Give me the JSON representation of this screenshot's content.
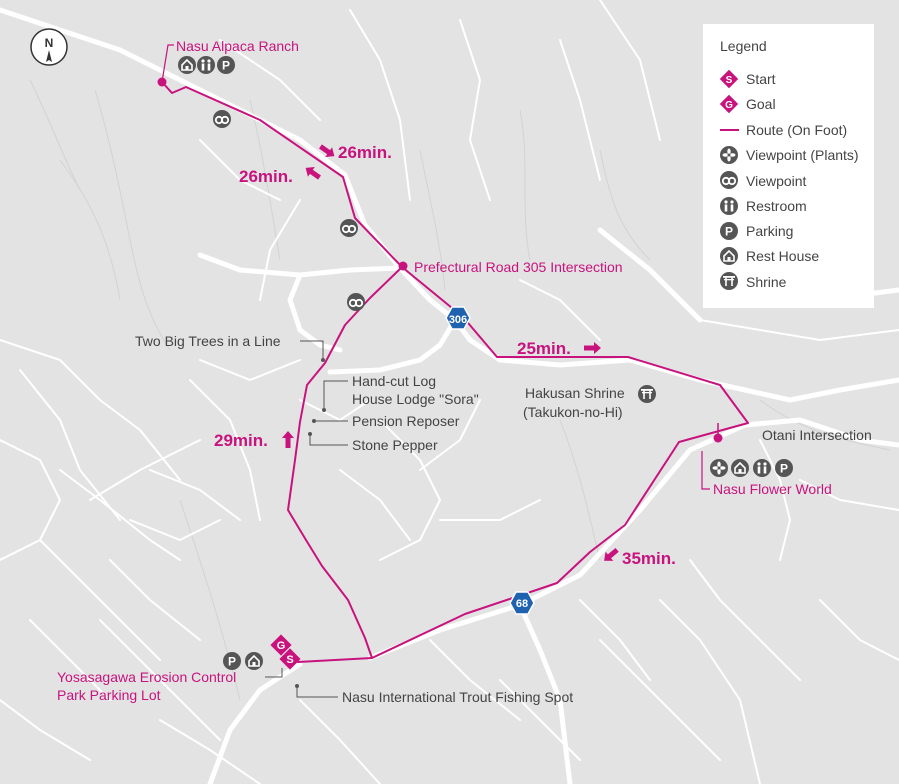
{
  "legend": {
    "title": "Legend",
    "items": [
      {
        "label": "Start",
        "icon": "start-icon"
      },
      {
        "label": "Goal",
        "icon": "goal-icon"
      },
      {
        "label": "Route (On Foot)",
        "icon": "route-line-icon"
      },
      {
        "label": "Viewpoint (Plants)",
        "icon": "flower-icon"
      },
      {
        "label": "Viewpoint",
        "icon": "binoculars-icon"
      },
      {
        "label": "Restroom",
        "icon": "restroom-icon"
      },
      {
        "label": "Parking",
        "icon": "parking-icon"
      },
      {
        "label": "Rest House",
        "icon": "house-icon"
      },
      {
        "label": "Shrine",
        "icon": "torii-icon"
      }
    ]
  },
  "places": {
    "alpaca": "Nasu Alpaca Ranch",
    "pref305": "Prefectural Road 305 Intersection",
    "two_trees": "Two Big Trees in a Line",
    "lodge_l1": "Hand-cut Log",
    "lodge_l2": "House Lodge \"Sora\"",
    "pension": "Pension Reposer",
    "stone": "Stone Pepper",
    "hakusan_l1": "Hakusan Shrine",
    "hakusan_l2": "(Takukon-no-Hi)",
    "otani": "Otani Intersection",
    "flower_world": "Nasu Flower World",
    "yosa_l1": "Yosasagawa Erosion Control",
    "yosa_l2": "Park Parking Lot",
    "trout": "Nasu International Trout Fishing Spot"
  },
  "times": {
    "t1": "26min.",
    "t2": "26min.",
    "t3": "25min.",
    "t4": "29min.",
    "t5": "35min."
  },
  "roads": {
    "r306": "306",
    "r68": "68"
  },
  "markers": {
    "start": "S",
    "goal": "G",
    "parking": "P",
    "compass": "N"
  },
  "colors": {
    "route": "#c8137e",
    "road_shield": "#1f62b0",
    "icon": "#555555",
    "background": "#e3e3e3"
  }
}
